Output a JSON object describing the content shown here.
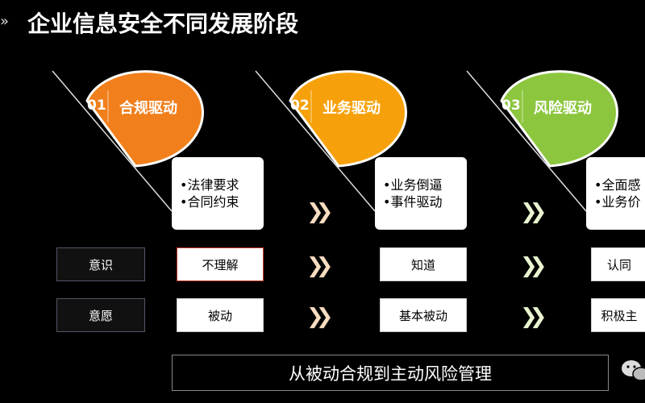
{
  "title": "企业信息安全不同发展阶段",
  "title_icon": "double-chevron-icon",
  "stages": [
    {
      "num": "01",
      "label": "合规驱动",
      "color": "#f07f1c",
      "bullets": [
        "•法律要求",
        "•合同约束"
      ],
      "awareness": "不理解",
      "willingness": "被动"
    },
    {
      "num": "02",
      "label": "业务驱动",
      "color": "#f6a10b",
      "bullets": [
        "•业务倒逼",
        "•事件驱动"
      ],
      "awareness": "知道",
      "willingness": "基本被动"
    },
    {
      "num": "03",
      "label": "风险驱动",
      "color": "#8cc63f",
      "bullets": [
        "•全面感",
        "•业务价"
      ],
      "awareness": "认同",
      "willingness": "积极主"
    }
  ],
  "rows": [
    "意识",
    "意愿"
  ],
  "arrow_colors": [
    "#f7dcc0",
    "#e8f5d0"
  ],
  "bottom_text": "从被动合规到主动风险管理",
  "corner_icon": "wechat-icon"
}
